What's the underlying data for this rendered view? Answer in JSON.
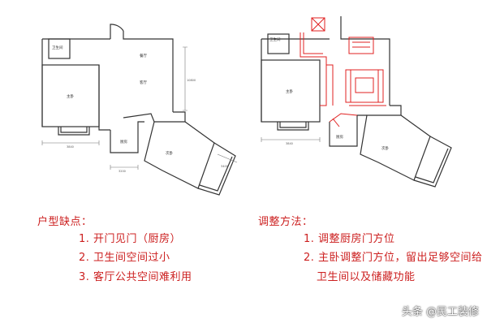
{
  "plan_left": {
    "rooms": {
      "bathroom": "卫生间",
      "dining": "餐厅",
      "living": "客厅",
      "bedroom": "主卧",
      "kitchen": "厨房",
      "bedroom2": "次卧"
    },
    "dims": {
      "right": "10800",
      "bottom_left": "3840",
      "bottom_mid": "3200",
      "bottom_right": "3400"
    }
  },
  "plan_right": {
    "rooms": {
      "bathroom": "卫生间",
      "bedroom": "主卧",
      "kitchen": "厨房",
      "bedroom2": "次卧"
    },
    "dims": {
      "bottom_left": "3840"
    }
  },
  "left_notes": {
    "title": "户型缺点：",
    "items": [
      "1. 开门见门（厨房）",
      "2. 卫生间空间过小",
      "3. 客厅公共空间难利用"
    ]
  },
  "right_notes": {
    "title": "调整方法：",
    "items": [
      "1. 调整厨房门方位",
      "2. 主卧调整门方位，留出足够空间给",
      "卫生间以及储藏功能"
    ]
  },
  "watermark": "头条 @民工装修"
}
